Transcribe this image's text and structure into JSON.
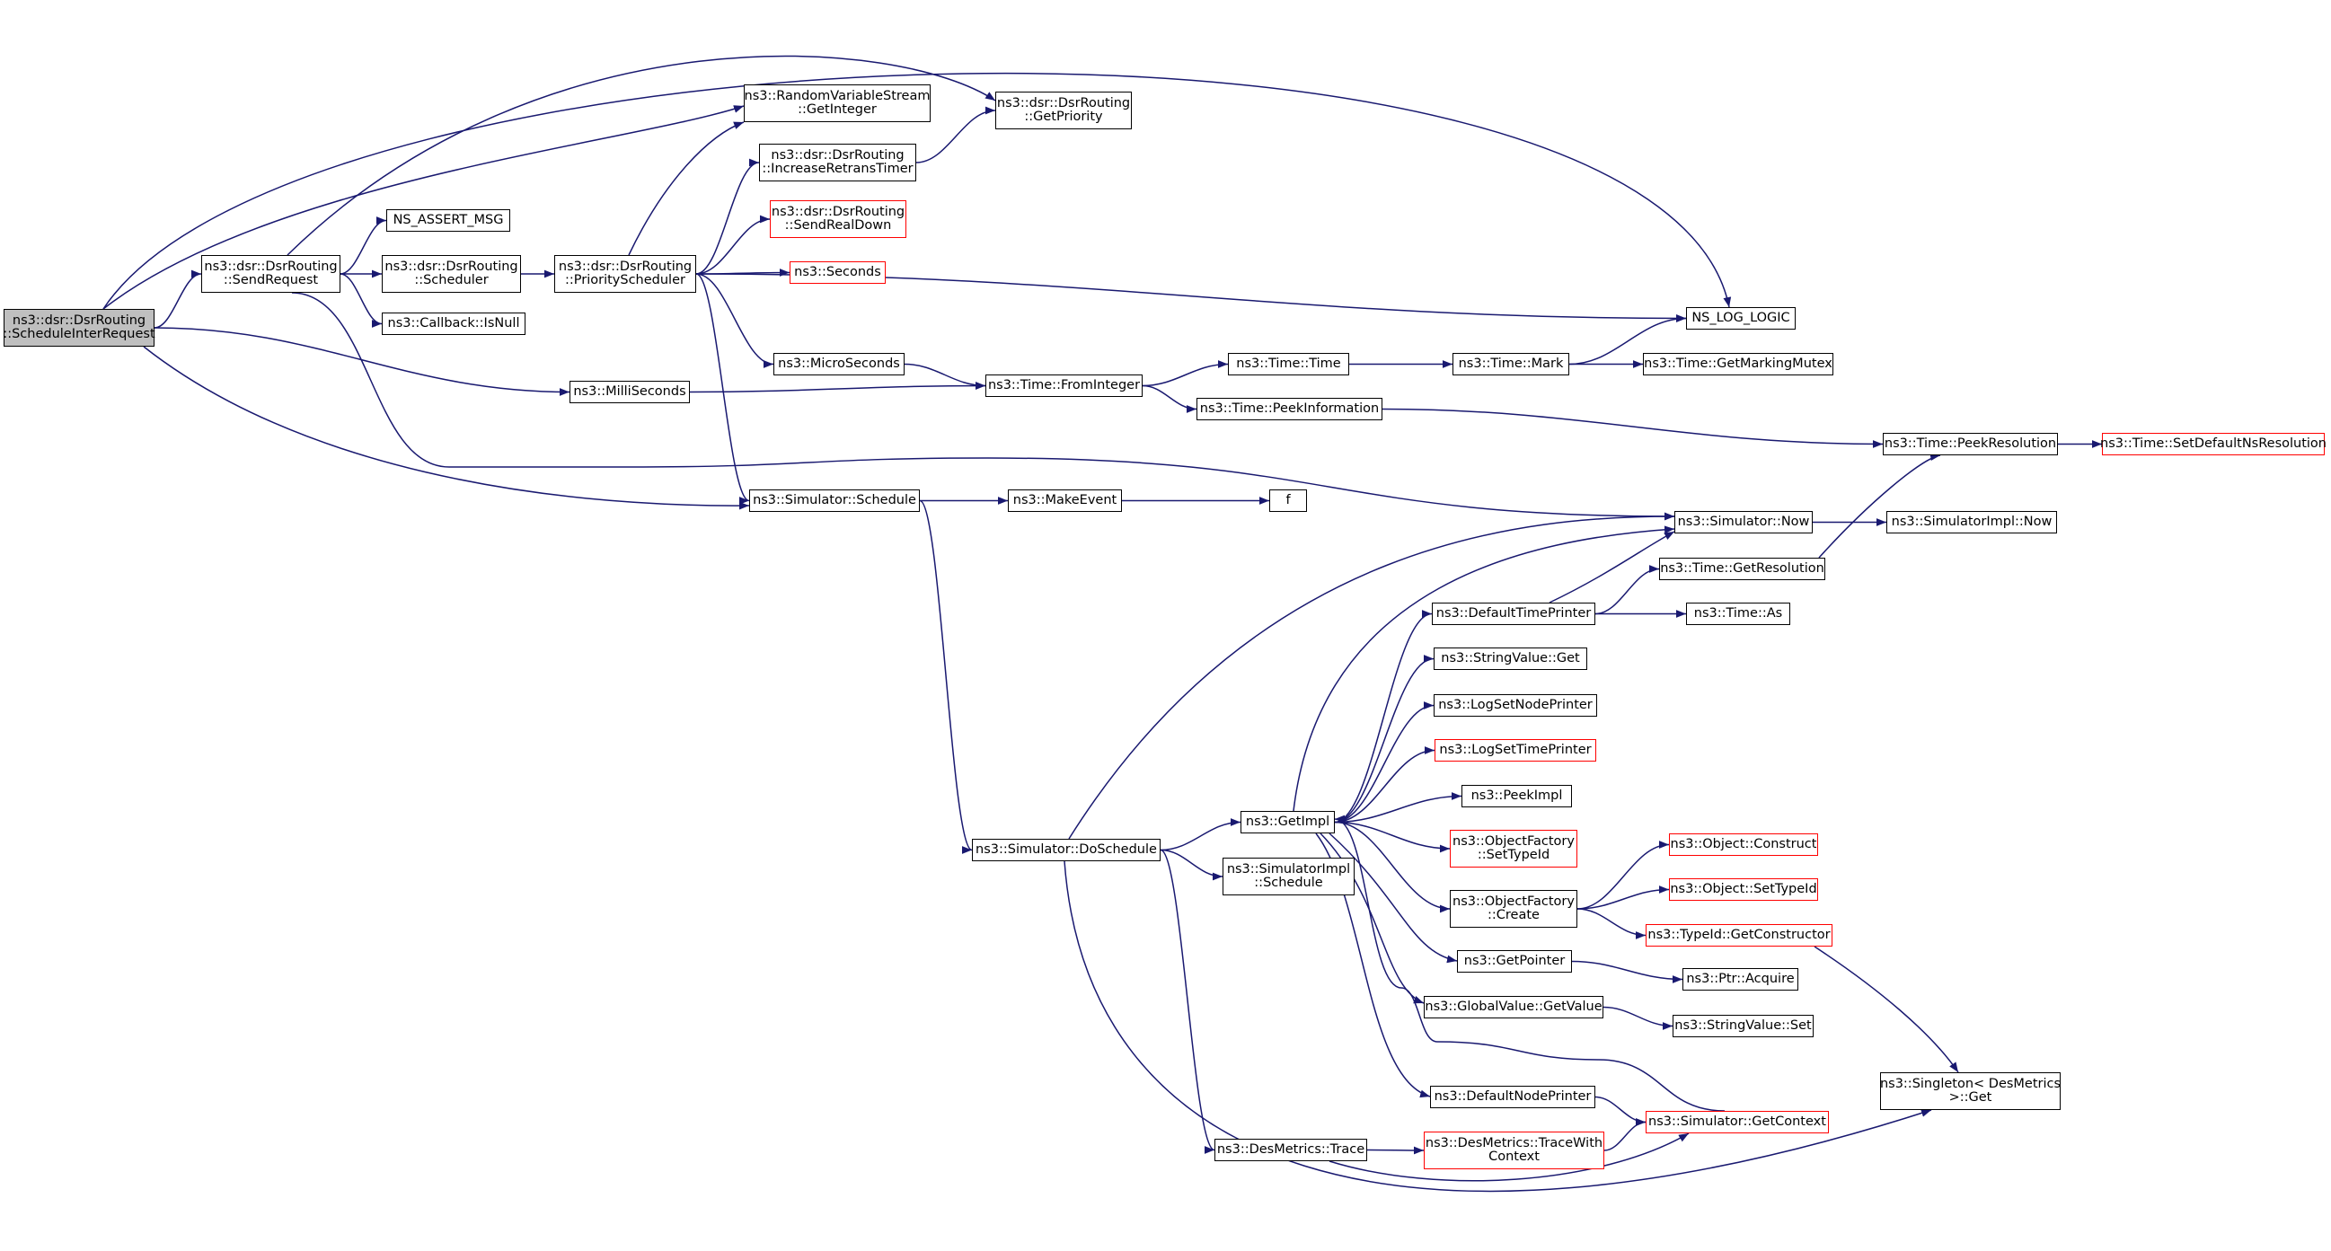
{
  "colors": {
    "edge": "#191970",
    "border": "#000000",
    "truncated_border": "#ff0000",
    "root_fill": "#bfbfbf"
  },
  "nodes": {
    "root": [
      "ns3::dsr::DsrRouting",
      "::ScheduleInterRequest"
    ],
    "send_request": [
      "ns3::dsr::DsrRouting",
      "::SendRequest"
    ],
    "ns_assert_msg": [
      "NS_ASSERT_MSG"
    ],
    "scheduler": [
      "ns3::dsr::DsrRouting",
      "::Scheduler"
    ],
    "callback_isnull": [
      "ns3::Callback::IsNull"
    ],
    "priority_scheduler": [
      "ns3::dsr::DsrRouting",
      "::PriorityScheduler"
    ],
    "rvs_getinteger": [
      "ns3::RandomVariableStream",
      "::GetInteger"
    ],
    "increase_retrans": [
      "ns3::dsr::DsrRouting",
      "::IncreaseRetransTimer"
    ],
    "send_real_down": [
      "ns3::dsr::DsrRouting",
      "::SendRealDown"
    ],
    "seconds": [
      "ns3::Seconds"
    ],
    "get_priority": [
      "ns3::dsr::DsrRouting",
      "::GetPriority"
    ],
    "ns_log_logic": [
      "NS_LOG_LOGIC"
    ],
    "microseconds": [
      "ns3::MicroSeconds"
    ],
    "milliseconds": [
      "ns3::MilliSeconds"
    ],
    "time_frominteger": [
      "ns3::Time::FromInteger"
    ],
    "time_time": [
      "ns3::Time::Time"
    ],
    "time_mark": [
      "ns3::Time::Mark"
    ],
    "time_getmarkingmutex": [
      "ns3::Time::GetMarkingMutex"
    ],
    "time_peekinformation": [
      "ns3::Time::PeekInformation"
    ],
    "time_peekresolution": [
      "ns3::Time::PeekResolution"
    ],
    "time_setdefaultnsresolution": [
      "ns3::Time::SetDefaultNsResolution"
    ],
    "simulator_schedule": [
      "ns3::Simulator::Schedule"
    ],
    "makeevent": [
      "ns3::MakeEvent"
    ],
    "f": [
      "f"
    ],
    "simulator_now": [
      "ns3::Simulator::Now"
    ],
    "simulatorimpl_now": [
      "ns3::SimulatorImpl::Now"
    ],
    "time_getresolution": [
      "ns3::Time::GetResolution"
    ],
    "defaulttimeprinter": [
      "ns3::DefaultTimePrinter"
    ],
    "time_as": [
      "ns3::Time::As"
    ],
    "stringvalue_get": [
      "ns3::StringValue::Get"
    ],
    "logsetnodeprinter": [
      "ns3::LogSetNodePrinter"
    ],
    "logsettimeprinter": [
      "ns3::LogSetTimePrinter"
    ],
    "peekimpl": [
      "ns3::PeekImpl"
    ],
    "getimpl": [
      "ns3::GetImpl"
    ],
    "objectfactory_settypeid": [
      "ns3::ObjectFactory",
      "::SetTypeId"
    ],
    "object_construct": [
      "ns3::Object::Construct"
    ],
    "object_settypeid": [
      "ns3::Object::SetTypeId"
    ],
    "objectfactory_create": [
      "ns3::ObjectFactory",
      "::Create"
    ],
    "typeid_getconstructor": [
      "ns3::TypeId::GetConstructor"
    ],
    "getpointer": [
      "ns3::GetPointer"
    ],
    "ptr_acquire": [
      "ns3::Ptr::Acquire"
    ],
    "globalvalue_getvalue": [
      "ns3::GlobalValue::GetValue"
    ],
    "stringvalue_set": [
      "ns3::StringValue::Set"
    ],
    "simulator_doschedule": [
      "ns3::Simulator::DoSchedule"
    ],
    "simulatorimpl_schedule": [
      "ns3::SimulatorImpl",
      "::Schedule"
    ],
    "singleton_get": [
      "ns3::Singleton< DesMetrics",
      " >::Get"
    ],
    "defaultnodeprinter": [
      "ns3::DefaultNodePrinter"
    ],
    "simulator_getcontext": [
      "ns3::Simulator::GetContext"
    ],
    "desmetrics_trace": [
      "ns3::DesMetrics::Trace"
    ],
    "desmetrics_tracewithcontext": [
      "ns3::DesMetrics::TraceWith",
      "Context"
    ]
  },
  "edges": [
    [
      "root",
      "send_request"
    ],
    [
      "root",
      "rvs_getinteger"
    ],
    [
      "root",
      "ns_log_logic"
    ],
    [
      "root",
      "milliseconds"
    ],
    [
      "root",
      "simulator_schedule"
    ],
    [
      "send_request",
      "get_priority"
    ],
    [
      "send_request",
      "ns_assert_msg"
    ],
    [
      "send_request",
      "scheduler"
    ],
    [
      "send_request",
      "callback_isnull"
    ],
    [
      "send_request",
      "simulator_now"
    ],
    [
      "scheduler",
      "priority_scheduler"
    ],
    [
      "priority_scheduler",
      "rvs_getinteger"
    ],
    [
      "priority_scheduler",
      "increase_retrans"
    ],
    [
      "priority_scheduler",
      "send_real_down"
    ],
    [
      "priority_scheduler",
      "seconds"
    ],
    [
      "priority_scheduler",
      "ns_log_logic"
    ],
    [
      "priority_scheduler",
      "microseconds"
    ],
    [
      "priority_scheduler",
      "simulator_schedule"
    ],
    [
      "increase_retrans",
      "get_priority"
    ],
    [
      "microseconds",
      "time_frominteger"
    ],
    [
      "milliseconds",
      "time_frominteger"
    ],
    [
      "time_frominteger",
      "time_time"
    ],
    [
      "time_frominteger",
      "time_peekinformation"
    ],
    [
      "time_time",
      "time_mark"
    ],
    [
      "time_mark",
      "ns_log_logic"
    ],
    [
      "time_mark",
      "time_getmarkingmutex"
    ],
    [
      "time_peekinformation",
      "time_peekresolution"
    ],
    [
      "time_peekresolution",
      "time_setdefaultnsresolution"
    ],
    [
      "simulator_schedule",
      "makeevent"
    ],
    [
      "simulator_schedule",
      "simulator_doschedule"
    ],
    [
      "makeevent",
      "f"
    ],
    [
      "simulator_now",
      "simulatorimpl_now"
    ],
    [
      "time_getresolution",
      "time_peekresolution"
    ],
    [
      "defaulttimeprinter",
      "simulator_now"
    ],
    [
      "defaulttimeprinter",
      "time_getresolution"
    ],
    [
      "defaulttimeprinter",
      "time_as"
    ],
    [
      "getimpl",
      "simulator_now"
    ],
    [
      "getimpl",
      "defaulttimeprinter"
    ],
    [
      "getimpl",
      "stringvalue_get"
    ],
    [
      "getimpl",
      "logsetnodeprinter"
    ],
    [
      "getimpl",
      "logsettimeprinter"
    ],
    [
      "getimpl",
      "peekimpl"
    ],
    [
      "getimpl",
      "objectfactory_settypeid"
    ],
    [
      "getimpl",
      "objectfactory_create"
    ],
    [
      "getimpl",
      "getpointer"
    ],
    [
      "getimpl",
      "globalvalue_getvalue"
    ],
    [
      "getimpl",
      "defaultnodeprinter"
    ],
    [
      "objectfactory_create",
      "object_construct"
    ],
    [
      "objectfactory_create",
      "object_settypeid"
    ],
    [
      "objectfactory_create",
      "typeid_getconstructor"
    ],
    [
      "typeid_getconstructor",
      "singleton_get"
    ],
    [
      "getpointer",
      "ptr_acquire"
    ],
    [
      "globalvalue_getvalue",
      "stringvalue_set"
    ],
    [
      "simulator_doschedule",
      "getimpl"
    ],
    [
      "simulator_doschedule",
      "simulator_now"
    ],
    [
      "simulator_doschedule",
      "simulatorimpl_schedule"
    ],
    [
      "simulator_doschedule",
      "desmetrics_trace"
    ],
    [
      "simulator_doschedule",
      "singleton_get"
    ],
    [
      "defaultnodeprinter",
      "simulator_getcontext"
    ],
    [
      "simulator_getcontext",
      "getimpl"
    ],
    [
      "desmetrics_trace",
      "desmetrics_tracewithcontext"
    ],
    [
      "desmetrics_trace",
      "simulator_getcontext"
    ],
    [
      "desmetrics_tracewithcontext",
      "simulator_getcontext"
    ]
  ]
}
